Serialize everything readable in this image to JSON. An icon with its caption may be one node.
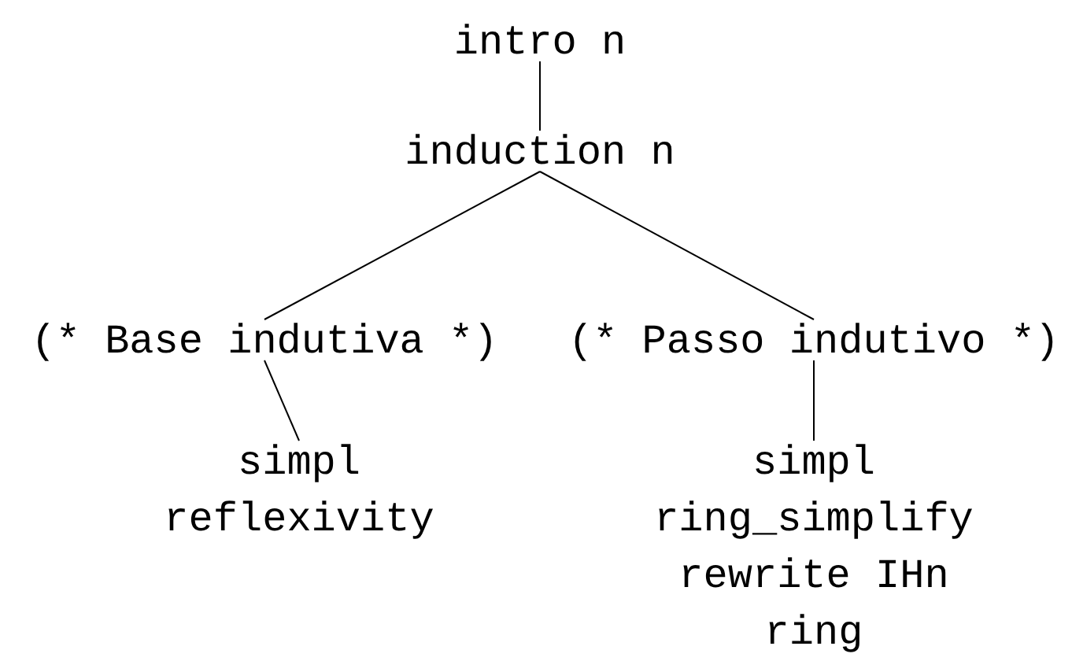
{
  "diagram": {
    "nodes": [
      {
        "text": [
          "intro n"
        ]
      },
      {
        "text": [
          "induction n"
        ]
      },
      {
        "text": [
          "(* Base indutiva *)"
        ]
      },
      {
        "text": [
          "(* Passo indutivo *)"
        ]
      },
      {
        "text": [
          "simpl",
          "reflexivity"
        ]
      },
      {
        "text": [
          "simpl",
          "ring_simplify",
          "rewrite IHn",
          "ring"
        ]
      }
    ],
    "edges": [
      {
        "from": 0,
        "to": 1,
        "arrow": "none"
      },
      {
        "from": 1,
        "to": 2,
        "arrow": "none"
      },
      {
        "from": 1,
        "to": 3,
        "arrow": "none"
      },
      {
        "from": 2,
        "to": 4,
        "arrow": "none"
      },
      {
        "from": 3,
        "to": 5,
        "arrow": "none"
      }
    ]
  }
}
